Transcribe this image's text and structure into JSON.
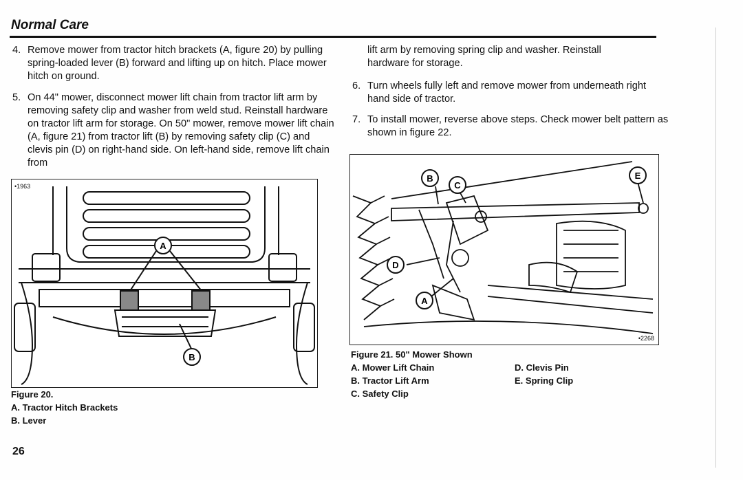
{
  "header": {
    "title": "Normal Care"
  },
  "left_column": {
    "step4": {
      "num": "4.",
      "text": "Remove mower from tractor hitch brackets (A, figure 20) by pulling spring-loaded lever (B) forward and lifting up on hitch. Place mower hitch on ground."
    },
    "step5": {
      "num": "5.",
      "text": "On 44\" mower, disconnect mower lift chain from tractor lift arm by removing safety clip and washer from weld stud. Reinstall hardware on tractor lift arm for storage. On 50\" mower, remove mower lift chain (A, figure 21) from tractor lift (B) by removing safety clip (C) and clevis pin (D) on right-hand side. On left-hand side, remove lift chain from"
    }
  },
  "right_column": {
    "continuation": "lift arm by removing spring clip and washer. Reinstall hardware for storage.",
    "step6": {
      "num": "6.",
      "text": "Turn wheels fully left and remove mower from underneath right hand side of tractor."
    },
    "step7": {
      "num": "7.",
      "text": "To install mower, reverse above steps. Check mower belt pattern as shown in figure 22."
    }
  },
  "figure20": {
    "id": "•1963",
    "callout_a": "A",
    "callout_b": "B",
    "caption": {
      "title": "Figure 20.",
      "a": "A. Tractor Hitch Brackets",
      "b": "B. Lever"
    }
  },
  "figure21": {
    "id": "•2268",
    "callout_a": "A",
    "callout_b": "B",
    "callout_c": "C",
    "callout_d": "D",
    "callout_e": "E",
    "caption": {
      "title": "Figure 21. 50\" Mower Shown",
      "a": "A. Mower Lift Chain",
      "b": "B. Tractor Lift Arm",
      "c": "C. Safety Clip",
      "d": "D. Clevis Pin",
      "e": "E. Spring Clip"
    }
  },
  "page_number": "26"
}
